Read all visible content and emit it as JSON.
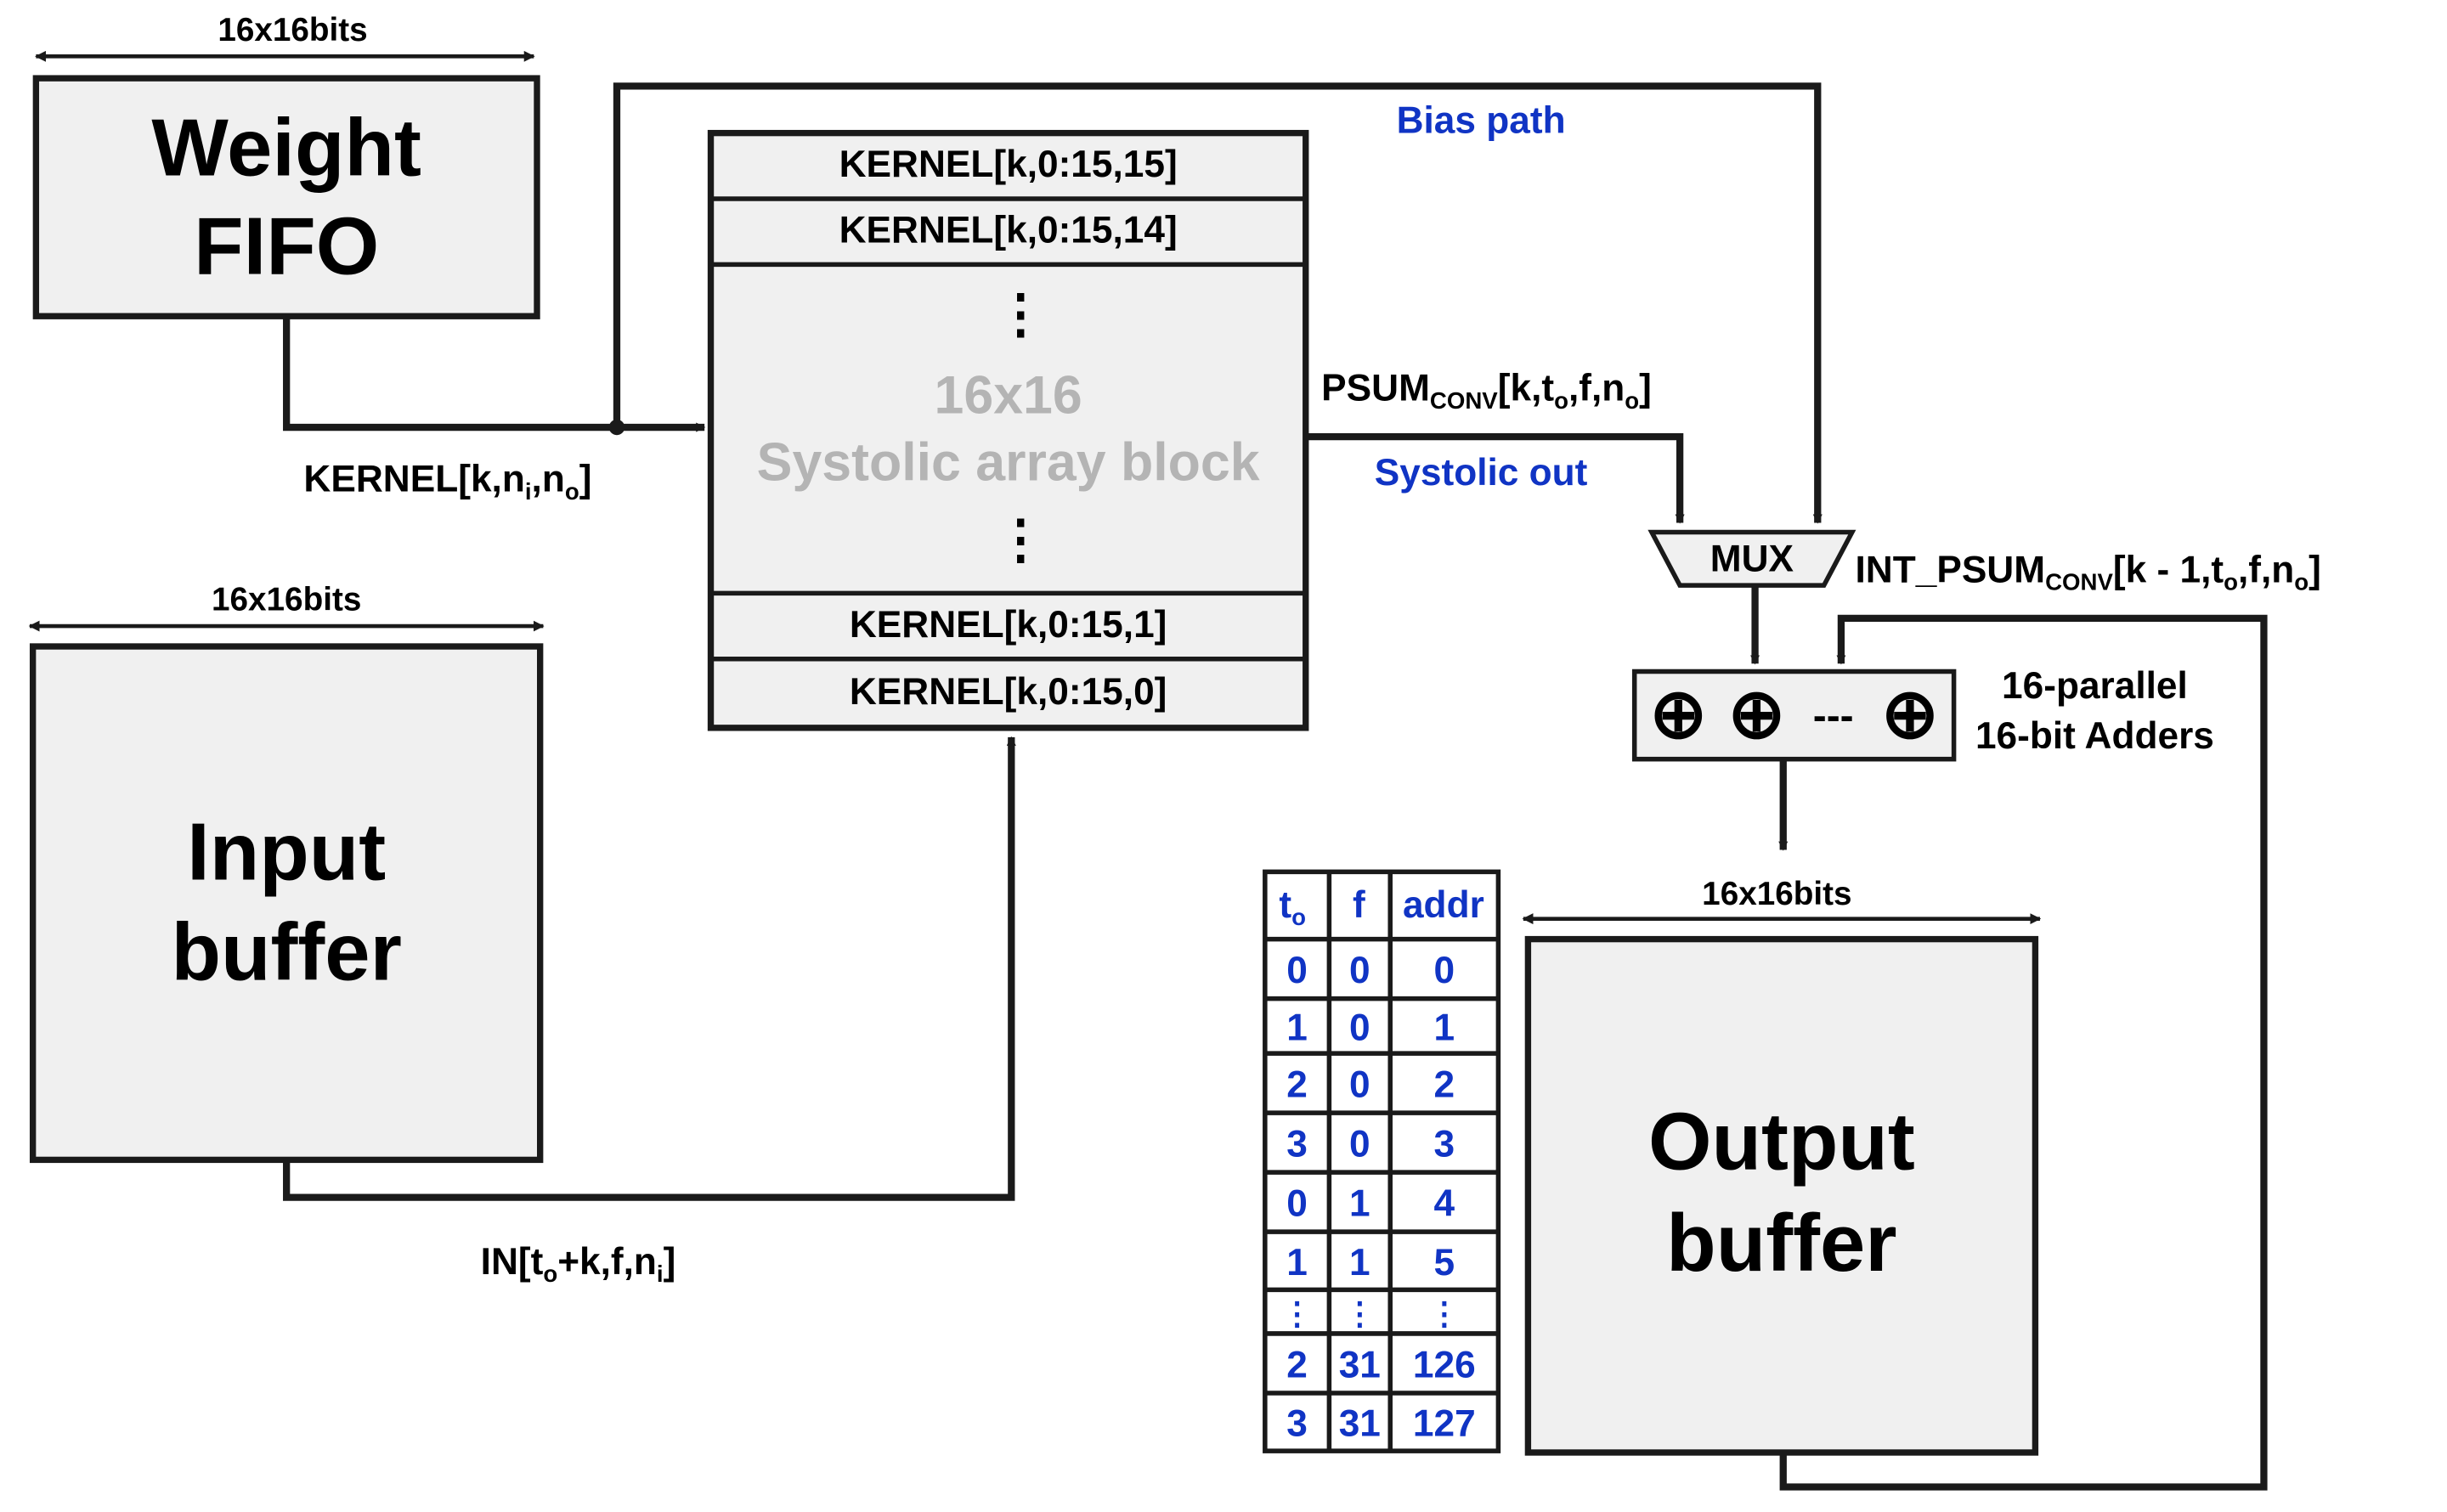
{
  "weight_fifo": {
    "width_label": "16x16bits",
    "title_line1": "Weight",
    "title_line2": "FIFO"
  },
  "input_buffer": {
    "width_label": "16x16bits",
    "title_line1": "Input",
    "title_line2": "buffer"
  },
  "output_buffer": {
    "width_label": "16x16bits",
    "title_line1": "Output",
    "title_line2": "buffer"
  },
  "systolic": {
    "rows_top": [
      "KERNEL[k,0:15,15]",
      "KERNEL[k,0:15,14]"
    ],
    "rows_bottom": [
      "KERNEL[k,0:15,1]",
      "KERNEL[k,0:15,0]"
    ],
    "title_line1": "16x16",
    "title_line2": "Systolic array block",
    "ellipsis": "⋮"
  },
  "labels": {
    "bias_path": "Bias path",
    "systolic_out": "Systolic out",
    "kernel_in": {
      "base": "KERNEL[k,n",
      "sub1": "i",
      "mid": ",n",
      "sub2": "o",
      "end": "]"
    },
    "psum_conv": {
      "base": "PSUM",
      "sub": "CONV",
      "a": "[k,t",
      "sub2": "o",
      "b": ",f,n",
      "sub3": "o",
      "c": "]"
    },
    "int_psum": {
      "base": "INT_PSUM",
      "sub": "CONV",
      "a": "[k - 1,t",
      "sub2": "o",
      "b": ",f,n",
      "sub3": "o",
      "c": "]"
    },
    "in_label": {
      "base": "IN[t",
      "sub": "o",
      "a": "+k,f,n",
      "sub2": "i",
      "b": "]"
    },
    "adders_line1": "16-parallel",
    "adders_line2": "16-bit Adders",
    "adder_dashes": "---"
  },
  "mux": {
    "label": "MUX"
  },
  "adders": {
    "symbol": "⊕"
  },
  "table": {
    "headers": {
      "to_base": "t",
      "to_sub": "o",
      "f": "f",
      "addr": "addr"
    },
    "rows": [
      [
        "0",
        "0",
        "0"
      ],
      [
        "1",
        "0",
        "1"
      ],
      [
        "2",
        "0",
        "2"
      ],
      [
        "3",
        "0",
        "3"
      ],
      [
        "0",
        "1",
        "4"
      ],
      [
        "1",
        "1",
        "5"
      ],
      [
        "⋮",
        "⋮",
        "⋮"
      ],
      [
        "2",
        "31",
        "126"
      ],
      [
        "3",
        "31",
        "127"
      ]
    ]
  },
  "colors": {
    "accent_blue": "#1034c4",
    "block_fill": "#f0f0f0",
    "faded_text": "#b4b4b4",
    "line": "#1a1a1a"
  }
}
